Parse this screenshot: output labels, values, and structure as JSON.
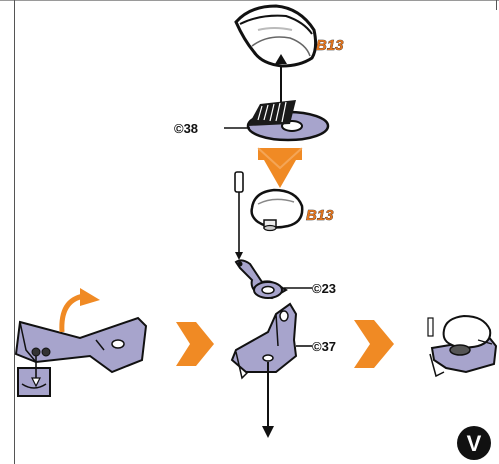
{
  "labels": {
    "top_part": "B13",
    "mid_part": "B13",
    "ref_38": "©38",
    "ref_23": "©23",
    "ref_37": "©37",
    "step_badge": "V"
  },
  "colors": {
    "orange": "#f08a24",
    "purple": "#a7a4cc",
    "outline": "#111111",
    "label_orange": "#e2751f"
  }
}
